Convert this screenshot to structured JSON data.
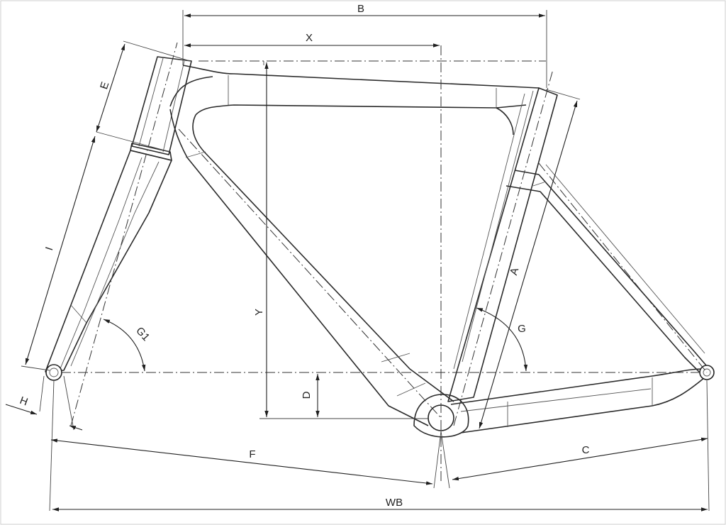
{
  "diagram": {
    "labels": {
      "B": "B",
      "X": "X",
      "E": "E",
      "I": "I",
      "Y": "Y",
      "A": "A",
      "G1": "G1",
      "G": "G",
      "D": "D",
      "H": "H",
      "F": "F",
      "C": "C",
      "WB": "WB"
    },
    "colors": {
      "line": "#2b2b2b",
      "background": "#ffffff"
    }
  }
}
